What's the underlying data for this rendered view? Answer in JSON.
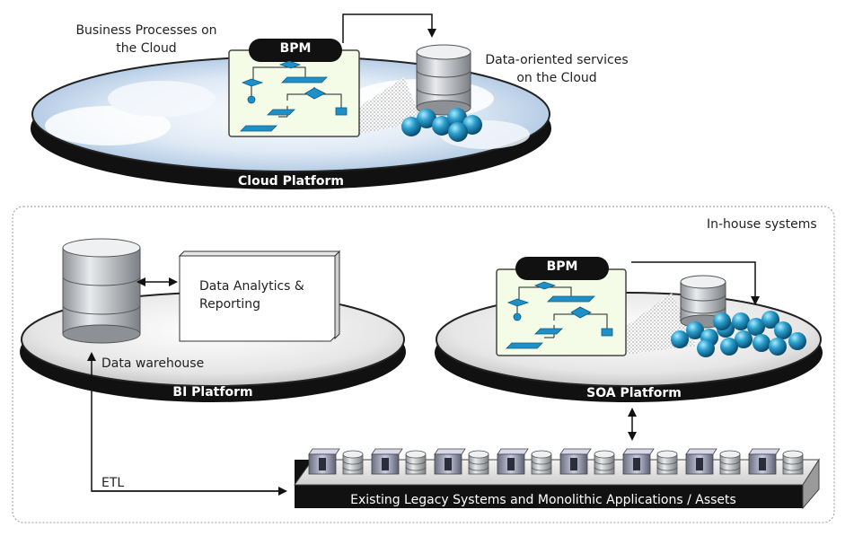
{
  "cloud": {
    "bp_label_line1": "Business Processes on",
    "bp_label_line2": "the Cloud",
    "ds_label_line1": "Data-oriented services",
    "ds_label_line2": "on the Cloud",
    "platform_label": "Cloud Platform",
    "bpm_label": "BPM"
  },
  "inhouse": {
    "region_label": "In-house systems",
    "analytics_line1": "Data Analytics &",
    "analytics_line2": "Reporting",
    "warehouse_label": "Data warehouse",
    "bi_platform_label": "BI Platform",
    "soa_platform_label": "SOA Platform",
    "bpm_label": "BPM",
    "etl_label": "ETL",
    "legacy_label": "Existing Legacy Systems and Monolithic Applications / Assets"
  },
  "colors": {
    "platform_dark": "#111111",
    "node_blue": "#2a8fc0",
    "flow_blue": "#1f8fc8",
    "doc_bg": "#f4fbe6",
    "db_gray": "#b9bcc0"
  }
}
